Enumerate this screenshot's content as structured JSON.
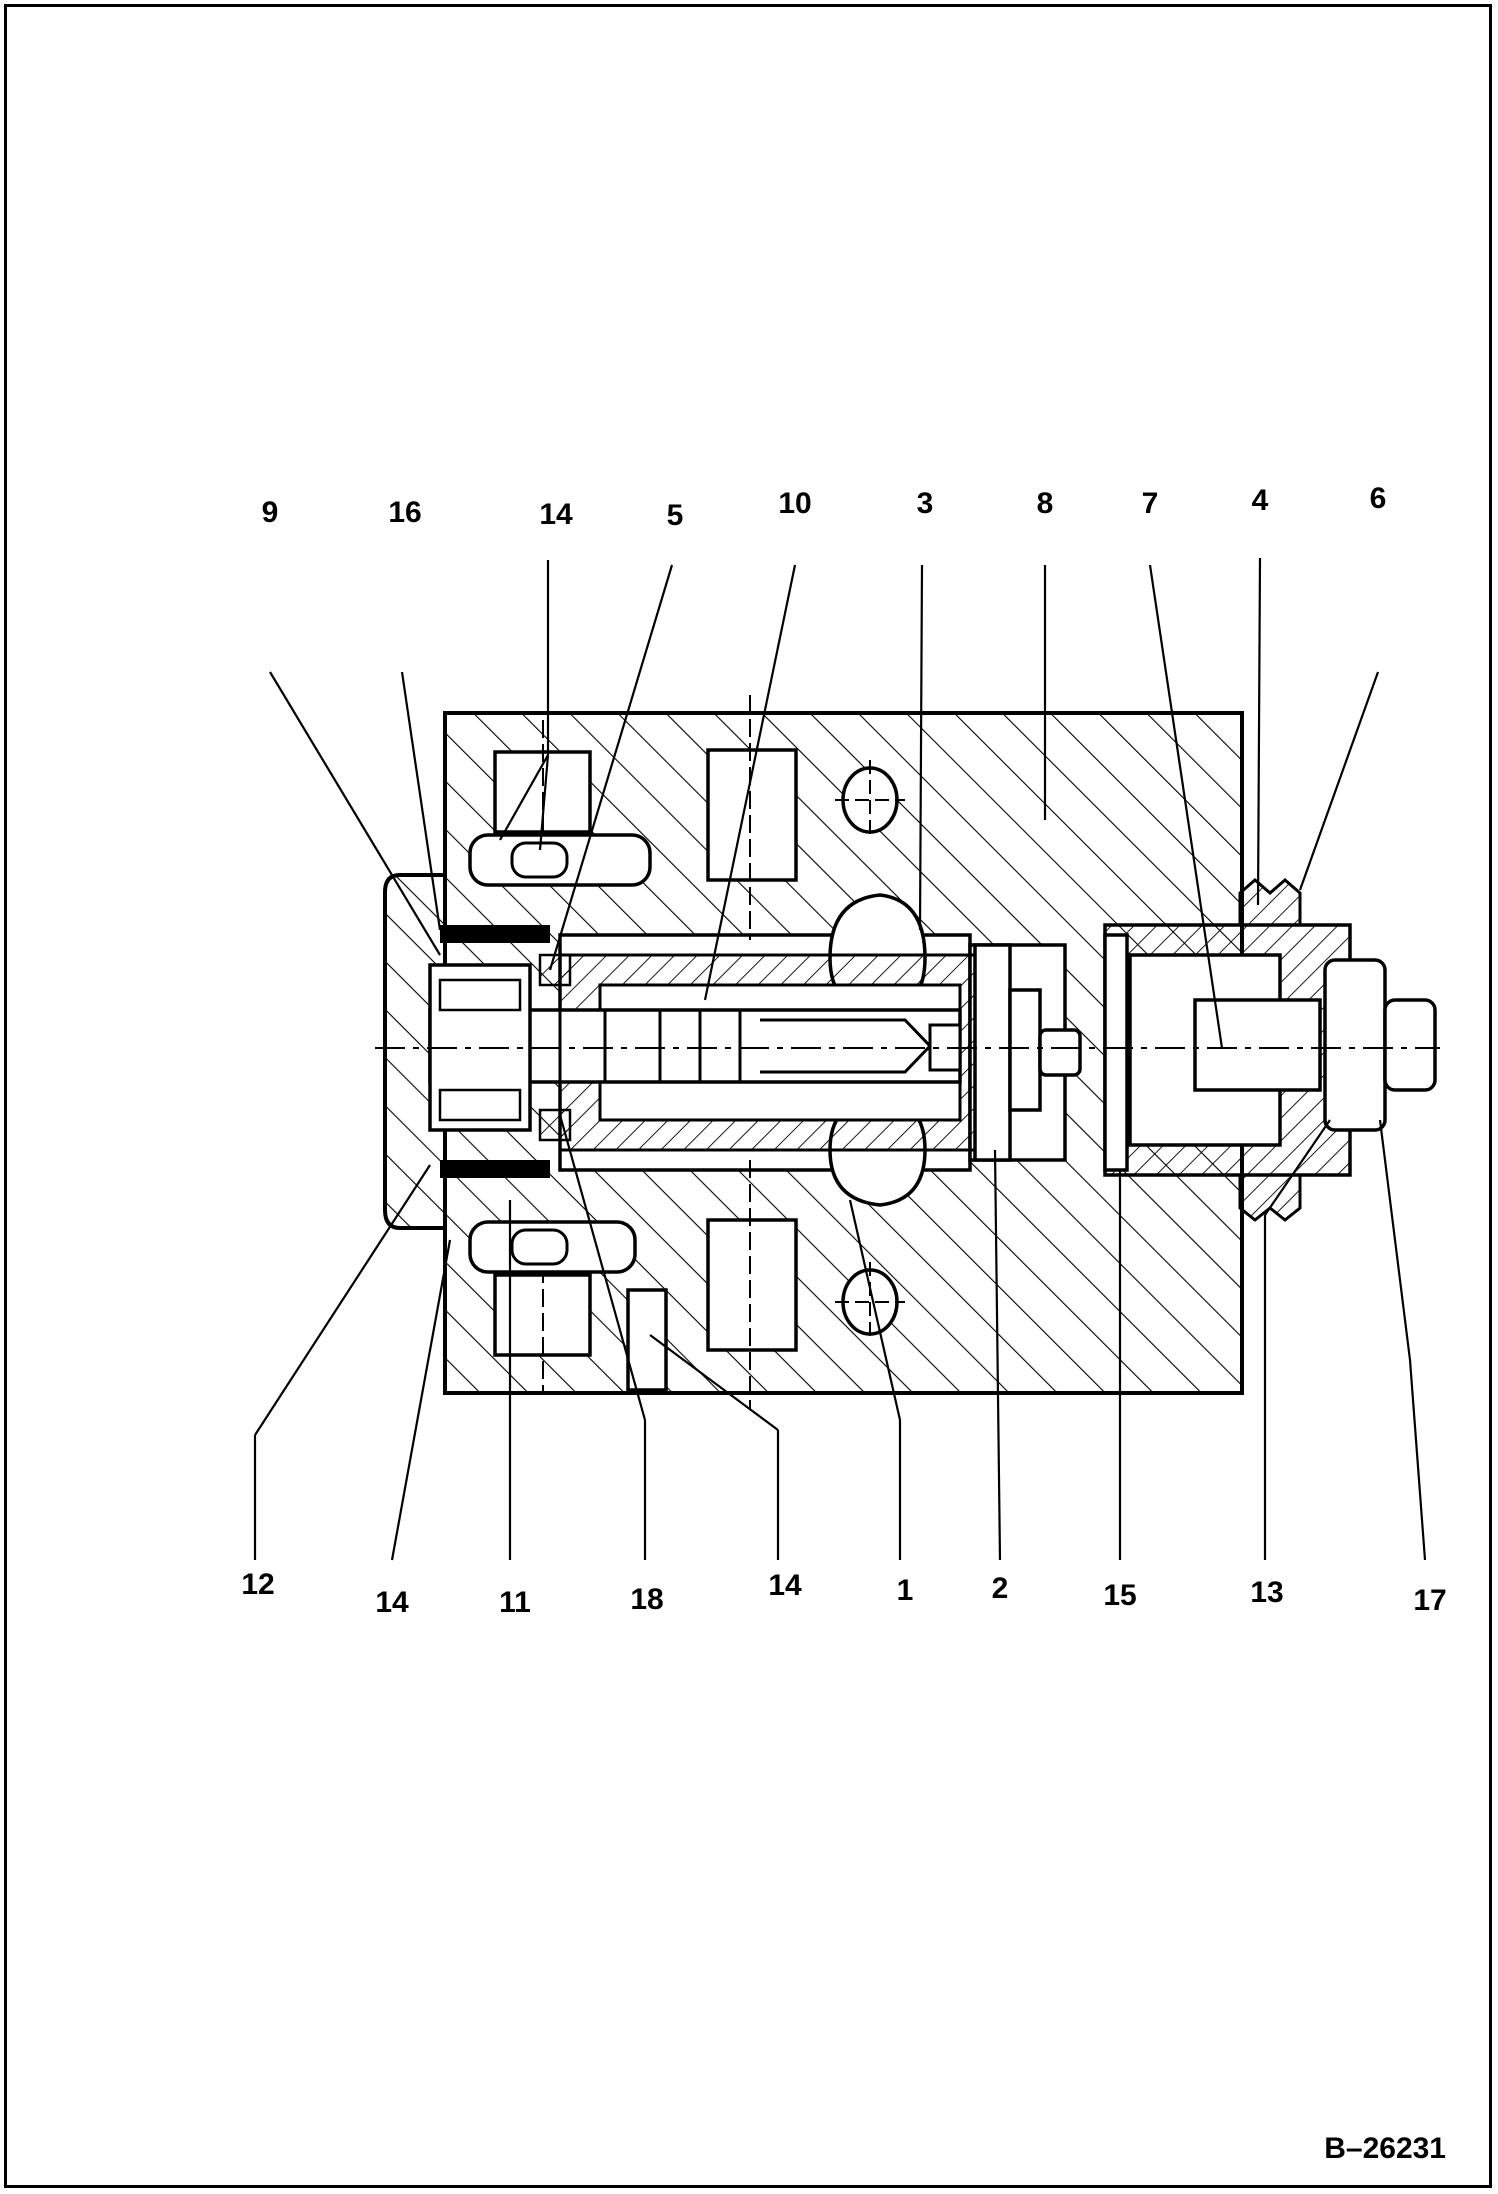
{
  "figure": {
    "id_label": "B–26231",
    "callouts_top": [
      "9",
      "16",
      "14",
      "5",
      "10",
      "3",
      "8",
      "7",
      "4",
      "6"
    ],
    "callouts_bottom": [
      "12",
      "14",
      "11",
      "18",
      "14",
      "1",
      "2",
      "15",
      "13",
      "17"
    ]
  },
  "colors": {
    "line": "#000000",
    "background": "#ffffff"
  }
}
